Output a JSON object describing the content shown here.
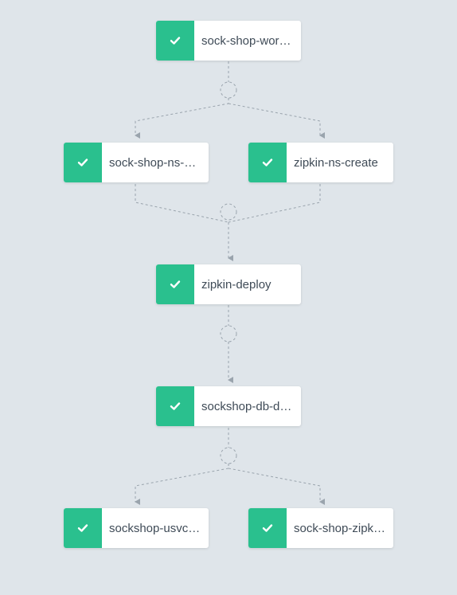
{
  "colors": {
    "background": "#dfe5ea",
    "success": "#2ac08e",
    "edge": "#9aa4ad",
    "node_text": "#3f4b57"
  },
  "nodes": [
    {
      "id": "n1",
      "label": "sock-shop-work…",
      "status": "succeeded",
      "icon": "check-icon"
    },
    {
      "id": "n2",
      "label": "sock-shop-ns-cr…",
      "status": "succeeded",
      "icon": "check-icon"
    },
    {
      "id": "n3",
      "label": "zipkin-ns-create",
      "status": "succeeded",
      "icon": "check-icon"
    },
    {
      "id": "n4",
      "label": "zipkin-deploy",
      "status": "succeeded",
      "icon": "check-icon"
    },
    {
      "id": "n5",
      "label": "sockshop-db-d…",
      "status": "succeeded",
      "icon": "check-icon"
    },
    {
      "id": "n6",
      "label": "sockshop-usvc-…",
      "status": "succeeded",
      "icon": "check-icon"
    },
    {
      "id": "n7",
      "label": "sock-shop-zipki…",
      "status": "succeeded",
      "icon": "check-icon"
    }
  ]
}
